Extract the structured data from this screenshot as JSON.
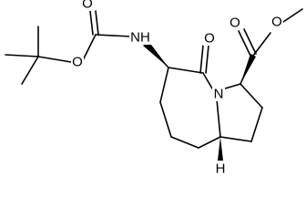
{
  "molecule": {
    "atom_labels": {
      "ester_carbonyl_oxygen": "O",
      "ester_methoxy_oxygen": "O",
      "carbamate_carbonyl_oxygen": "O",
      "carbamate_ether_oxygen": "O",
      "amide_carbonyl_oxygen": "O",
      "carbamate_nitrogen": "NH",
      "ring_nitrogen": "N",
      "bridgehead_hydrogen": "H"
    },
    "colors": {
      "bonds": "#000000",
      "labels": "#000000",
      "background": "#ffffff"
    }
  }
}
